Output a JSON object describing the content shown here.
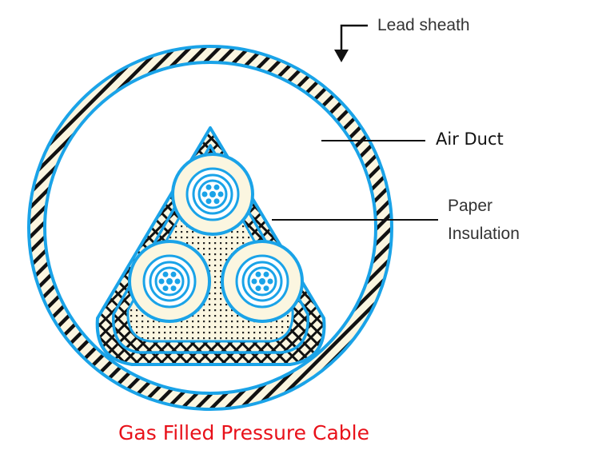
{
  "labels": {
    "lead_sheath": "Lead sheath",
    "air_duct": "Air Duct",
    "paper_insulation_line1": "Paper",
    "paper_insulation_line2": "Insulation"
  },
  "caption": "Gas Filled Pressure Cable",
  "colors": {
    "outline": "#1aa3e8",
    "hatch": "#111111",
    "insulation_fill": "#fbf6e0",
    "caption": "#e8111a"
  }
}
